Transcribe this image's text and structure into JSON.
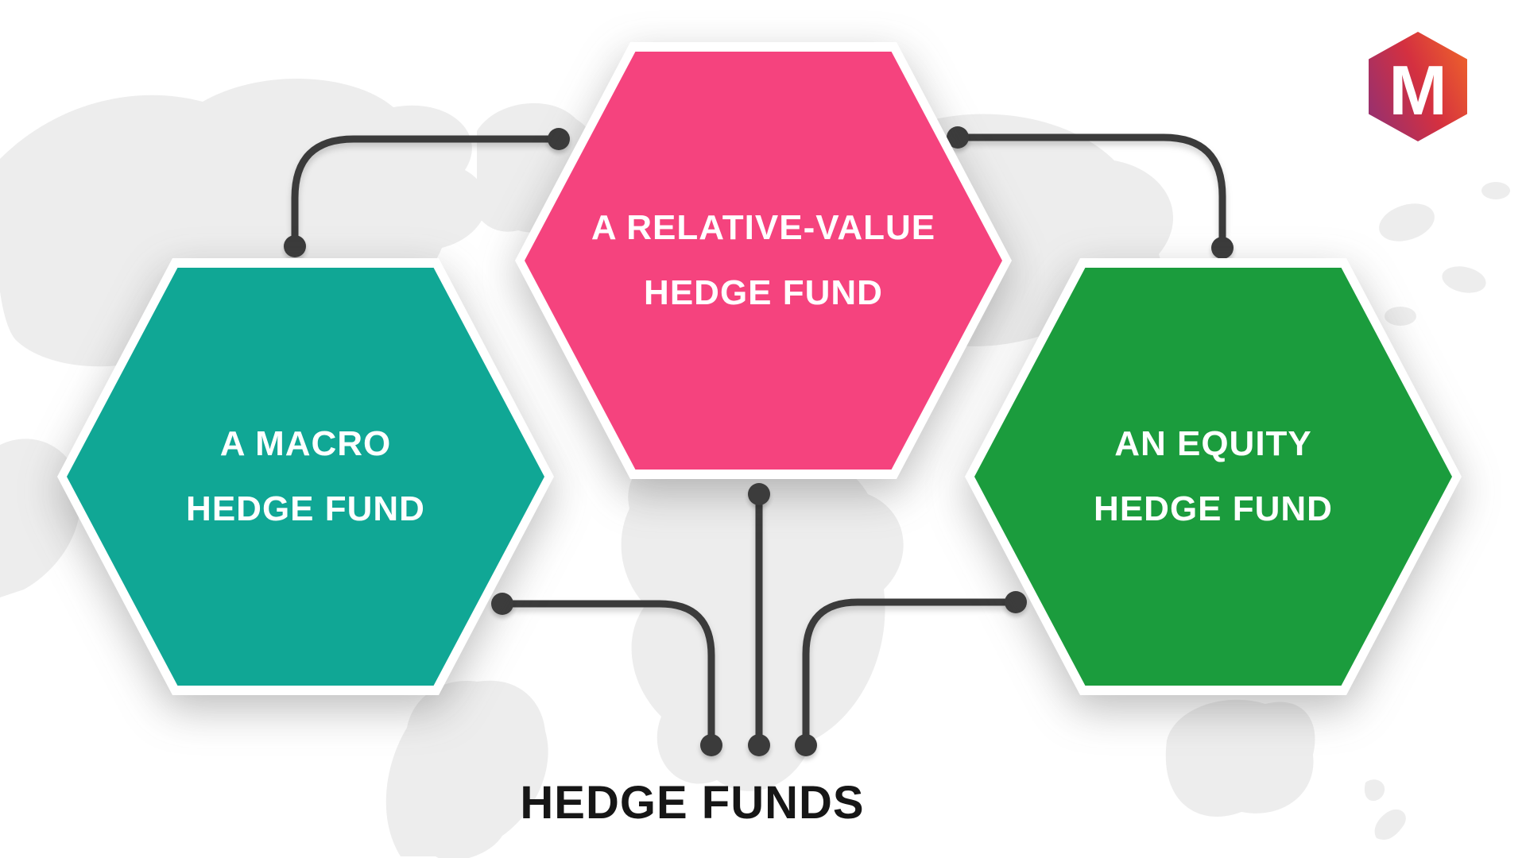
{
  "title": {
    "text": "HEDGE FUNDS",
    "color": "#161616"
  },
  "logo": {
    "letter": "M",
    "letter_color": "#FFFFFF",
    "gradient_start": "#97306F",
    "gradient_mid": "#D43040",
    "gradient_end": "#EB5D2D"
  },
  "hexagons": [
    {
      "name": "macro",
      "line1": "A MACRO",
      "line2": "HEDGE FUND",
      "fill": "#10A795",
      "text_color": "#FFFFFF"
    },
    {
      "name": "relative-value",
      "line1": "A RELATIVE-VALUE",
      "line2": "HEDGE FUND",
      "fill": "#F5437E",
      "text_color": "#FFFFFF"
    },
    {
      "name": "equity",
      "line1": "AN EQUITY",
      "line2": "HEDGE FUND",
      "fill": "#1B9C3D",
      "text_color": "#FFFFFF"
    }
  ],
  "connectors": {
    "color": "#3B3B3B"
  },
  "background": {
    "canvas": "#FFFFFF",
    "map_color": "#EDEDED",
    "hexagon_border": "#FFFFFF"
  }
}
